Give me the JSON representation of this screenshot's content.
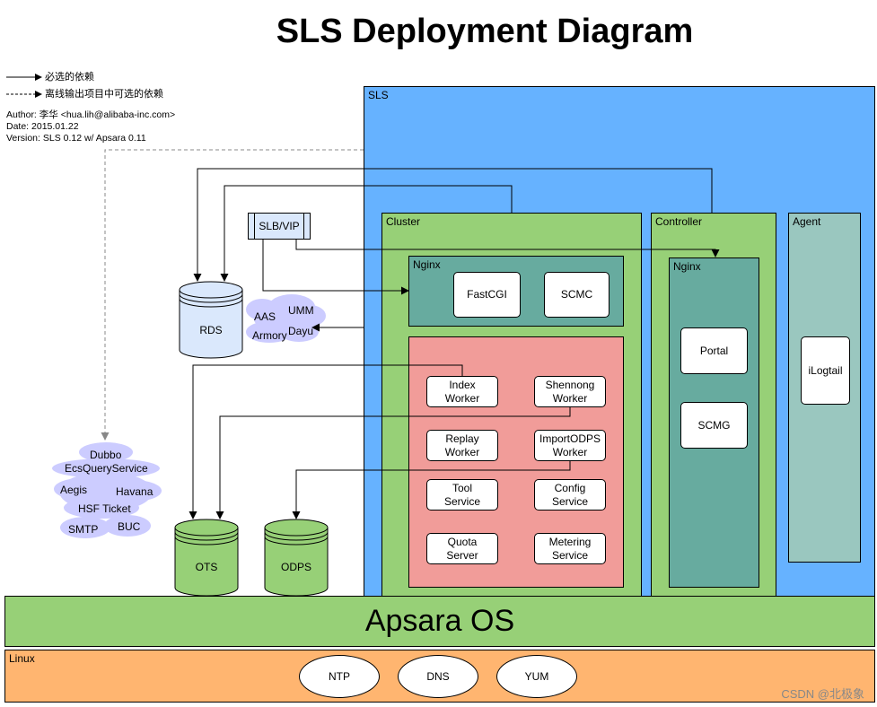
{
  "title": "SLS Deployment Diagram",
  "legend": {
    "solid": "必选的依赖",
    "dashed": "离线输出项目中可选的依赖"
  },
  "meta": {
    "author": "Author: 李华 <hua.lih@alibaba-inc.com>",
    "date": "Date: 2015.01.22",
    "version": "Version: SLS 0.12 w/ Apsara 0.11"
  },
  "containers": {
    "sls": "SLS",
    "cluster": "Cluster",
    "controller": "Controller",
    "agent": "Agent",
    "nginx_cluster": "Nginx",
    "nginx_controller": "Nginx",
    "apsara": "Apsara OS",
    "linux": "Linux"
  },
  "nodes": {
    "slb": "SLB/VIP",
    "fastcgi": "FastCGI",
    "scmc": "SCMC",
    "index_worker": "Index\nWorker",
    "shennong_worker": "Shennong\nWorker",
    "replay_worker": "Replay\nWorker",
    "importodps_worker": "ImportODPS\nWorker",
    "tool_service": "Tool\nService",
    "config_service": "Config\nService",
    "quota_server": "Quota\nServer",
    "metering_service": "Metering\nService",
    "portal": "Portal",
    "scmg": "SCMG",
    "ilogtail": "iLogtail",
    "ntp": "NTP",
    "dns": "DNS",
    "yum": "YUM"
  },
  "databases": {
    "rds": "RDS",
    "ots": "OTS",
    "odps": "ODPS"
  },
  "cloud_services": {
    "aas": "AAS",
    "umm": "UMM",
    "armory": "Armory",
    "dayu": "Dayu"
  },
  "cloud_external": {
    "dubbo": "Dubbo",
    "ecs": "EcsQueryService",
    "aegis": "Aegis",
    "havana": "Havana",
    "hsf": "HSF Ticket",
    "smtp": "SMTP",
    "buc": "BUC"
  },
  "colors": {
    "sls_blue": "#66b2ff",
    "green": "#97d077",
    "teal": "#67ab9f",
    "salmon": "#f19c99",
    "agent": "#9ac7bf",
    "linux": "#ffb570",
    "cloud": "#ccccff"
  },
  "watermark": "CSDN @北极象"
}
